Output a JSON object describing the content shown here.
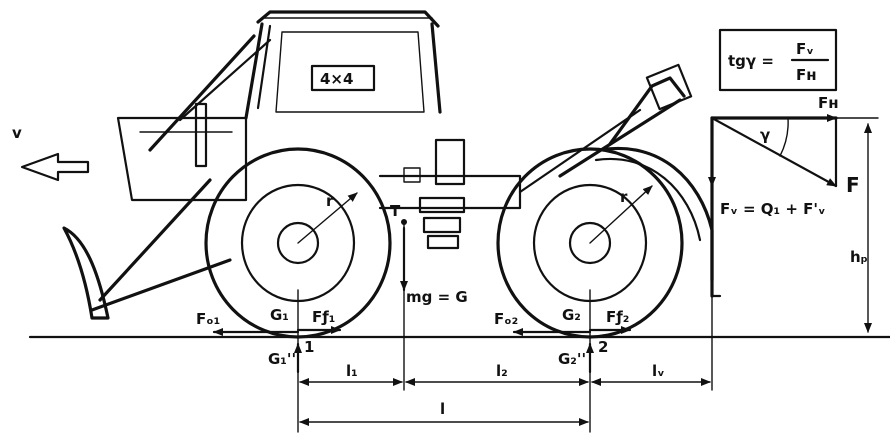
{
  "labels": {
    "drive_mode": "4×4",
    "formula_lhs": "tgγ =",
    "formula_num": "Fᵥ",
    "formula_den": "Fʜ",
    "direction": "v",
    "force_h": "Fʜ",
    "force_result": "F",
    "angle": "γ",
    "force_v": "Fᵥ = Q₁ + F'ᵥ",
    "height": "hₚ",
    "center_of_gravity": "T",
    "weight": "mg = G",
    "ff1": "Fƒ₁",
    "fo1": "Fₒ₁",
    "g1": "G₁",
    "g1_second": "G₁''",
    "axle1": "1",
    "fo2": "Fₒ₂",
    "g2": "G₂",
    "ff2": "Fƒ₂",
    "g2_second": "G₂''",
    "axle2": "2",
    "radius_front": "r",
    "radius_rear": "r",
    "dim_l1": "l₁",
    "dim_l2": "l₂",
    "dim_lv": "lᵥ",
    "dim_l": "l"
  }
}
